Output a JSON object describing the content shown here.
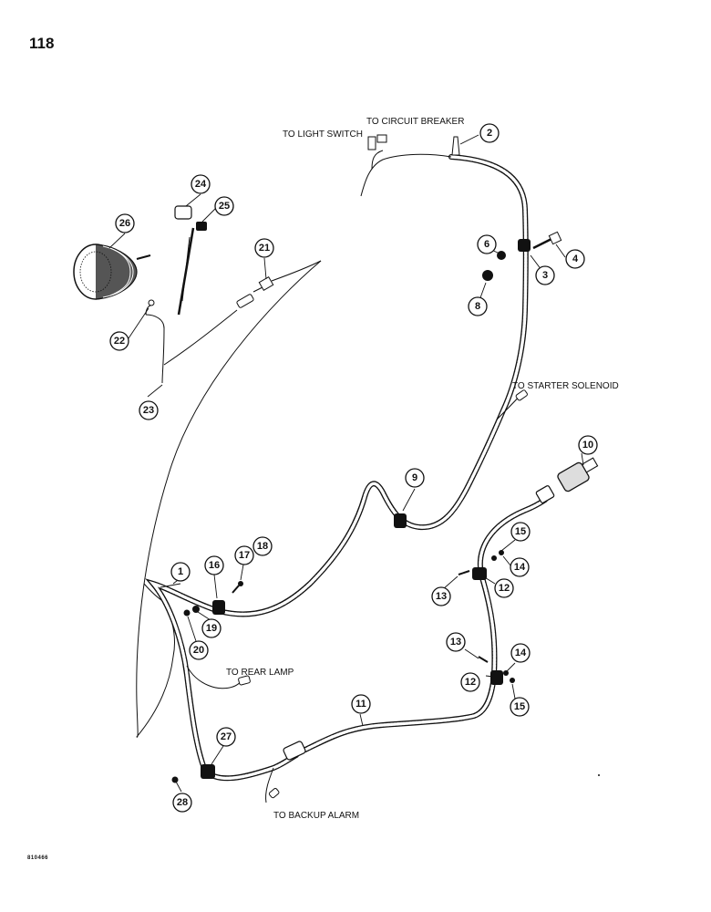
{
  "page": {
    "number": "118",
    "figure_code": "810466"
  },
  "labels": {
    "circuit_breaker": "TO CIRCUIT BREAKER",
    "light_switch": "TO LIGHT SWITCH",
    "starter_solenoid": "TO STARTER SOLENOID",
    "rear_lamp": "TO REAR LAMP",
    "backup_alarm": "TO BACKUP ALARM"
  },
  "callouts": [
    {
      "id": "c1",
      "text": "1"
    },
    {
      "id": "c2",
      "text": "2"
    },
    {
      "id": "c3",
      "text": "3"
    },
    {
      "id": "c4",
      "text": "4"
    },
    {
      "id": "c6",
      "text": "6"
    },
    {
      "id": "c8",
      "text": "8"
    },
    {
      "id": "c9",
      "text": "9"
    },
    {
      "id": "c10",
      "text": "10"
    },
    {
      "id": "c11",
      "text": "11"
    },
    {
      "id": "c12a",
      "text": "12"
    },
    {
      "id": "c12b",
      "text": "12"
    },
    {
      "id": "c13a",
      "text": "13"
    },
    {
      "id": "c13b",
      "text": "13"
    },
    {
      "id": "c14a",
      "text": "14"
    },
    {
      "id": "c14b",
      "text": "14"
    },
    {
      "id": "c15a",
      "text": "15"
    },
    {
      "id": "c15b",
      "text": "15"
    },
    {
      "id": "c16",
      "text": "16"
    },
    {
      "id": "c17",
      "text": "17"
    },
    {
      "id": "c18",
      "text": "18"
    },
    {
      "id": "c19",
      "text": "19"
    },
    {
      "id": "c20",
      "text": "20"
    },
    {
      "id": "c21",
      "text": "21"
    },
    {
      "id": "c22",
      "text": "22"
    },
    {
      "id": "c23",
      "text": "23"
    },
    {
      "id": "c24",
      "text": "24"
    },
    {
      "id": "c25",
      "text": "25"
    },
    {
      "id": "c26",
      "text": "26"
    },
    {
      "id": "c27",
      "text": "27"
    },
    {
      "id": "c28",
      "text": "28"
    }
  ]
}
